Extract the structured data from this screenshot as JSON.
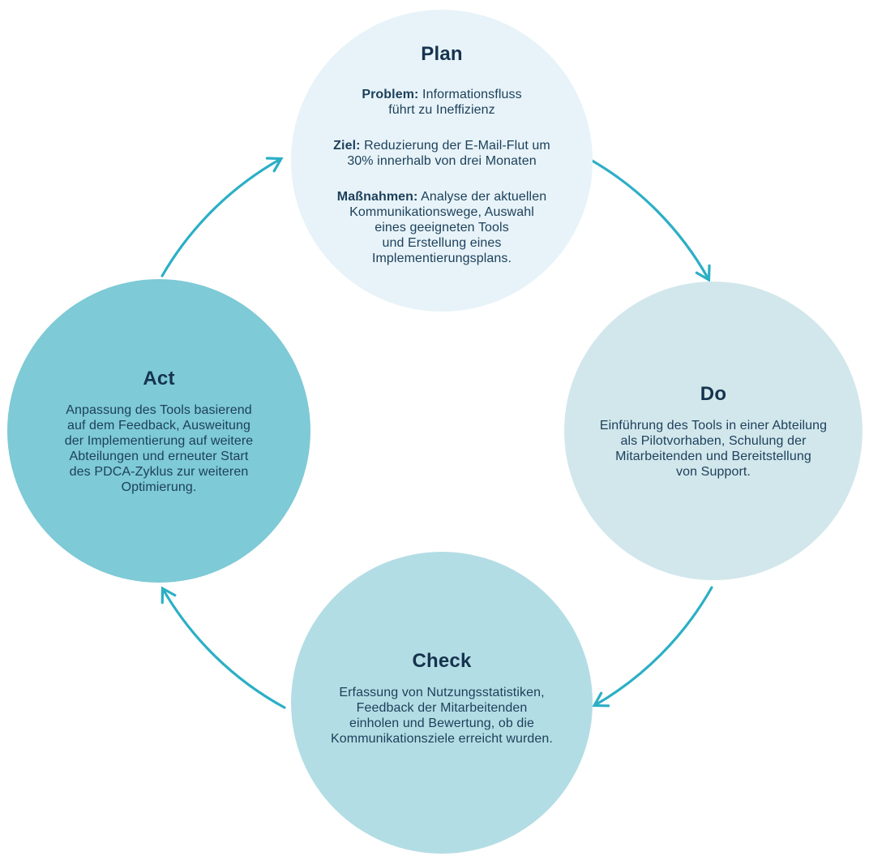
{
  "colors": {
    "background": "#ffffff",
    "arrow": "#2CAFC5",
    "heading_text": "#16334E",
    "body_text": "#1C3F5A",
    "plan_fill": "#E7F3F8",
    "do_fill": "#D2E7EC",
    "check_fill": "#B3DDE4",
    "act_fill": "#7ECAD6"
  },
  "steps": {
    "plan": {
      "title": "Plan",
      "paragraphs": [
        {
          "label": "Problem:",
          "text": " Informationsfluss\nführt zu Ineffizienz"
        },
        {
          "label": "Ziel:",
          "text": " Reduzierung der E-Mail-Flut um\n30% innerhalb von drei Monaten"
        },
        {
          "label": "Maßnahmen:",
          "text": " Analyse der aktuellen\nKommunikationswege, Auswahl\neines geeigneten Tools\nund Erstellung eines\nImplementierungsplans."
        }
      ]
    },
    "do": {
      "title": "Do",
      "body": "Einführung des Tools in einer Abteilung\nals Pilotvorhaben, Schulung der\nMitarbeitenden und Bereitstellung\nvon Support."
    },
    "check": {
      "title": "Check",
      "body": "Erfassung von Nutzungsstatistiken,\nFeedback der Mitarbeitenden\neinholen und Bewertung, ob die\nKommunikationsziele erreicht wurden."
    },
    "act": {
      "title": "Act",
      "body": "Anpassung des Tools basierend\nauf dem Feedback, Ausweitung\nder Implementierung auf weitere\nAbteilungen und erneuter Start\ndes PDCA-Zyklus zur weiteren\nOptimierung."
    }
  }
}
